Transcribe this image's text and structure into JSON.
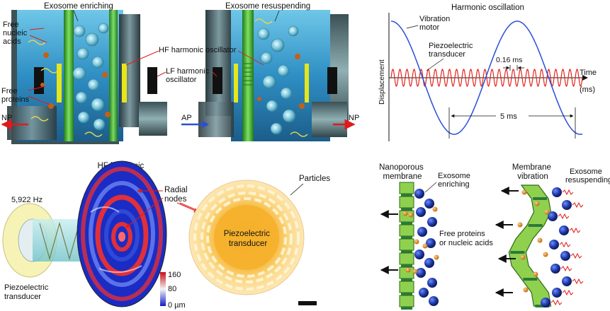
{
  "panel_a": {
    "left_title": "Exosome enriching",
    "right_title": "Exosome resuspending",
    "free_nucleic_acids": [
      "Free",
      "nucleic",
      "acids"
    ],
    "free_proteins": [
      "Free",
      "proteins"
    ],
    "hf_osc": "HF harmonic oscillator",
    "lf_osc": [
      "LF harmonic",
      "oscillator"
    ],
    "np_left": "NP",
    "ap": "AP",
    "np_right": "NP"
  },
  "panel_b": {
    "title": "Harmonic oscillation",
    "motor_label": [
      "Vibration",
      "motor"
    ],
    "transducer_label": [
      "Piezoelectric",
      "transducer"
    ],
    "period_hf": "0.16 ms",
    "period_lf": "5 ms",
    "x_label": [
      "Time",
      "(ms)"
    ],
    "y_label": "Displacement",
    "colors": {
      "motor": "#2a4fd6",
      "transducer": "#e3261d"
    }
  },
  "panel_c": {
    "hf_title": [
      "HF harmonic",
      "oscillator"
    ],
    "freq": "5,922 Hz",
    "radial_nodes": [
      "Radial",
      "nodes"
    ],
    "transducer": [
      "Piezoelectric",
      "transducer"
    ],
    "colorbar_ticks": [
      "160",
      "80",
      "0 µm"
    ]
  },
  "panel_d": {
    "particles": "Particles",
    "center": [
      "Piezoelectric",
      "transducer"
    ]
  },
  "panel_e": {
    "nanoporous": [
      "Nanoporous",
      "membrane"
    ],
    "enriching": [
      "Exosome",
      "enriching"
    ],
    "free": [
      "Free proteins",
      "or nucleic acids"
    ],
    "vibration": [
      "Membrane",
      "vibration"
    ],
    "resuspending": [
      "Exosome",
      "resuspending"
    ]
  }
}
